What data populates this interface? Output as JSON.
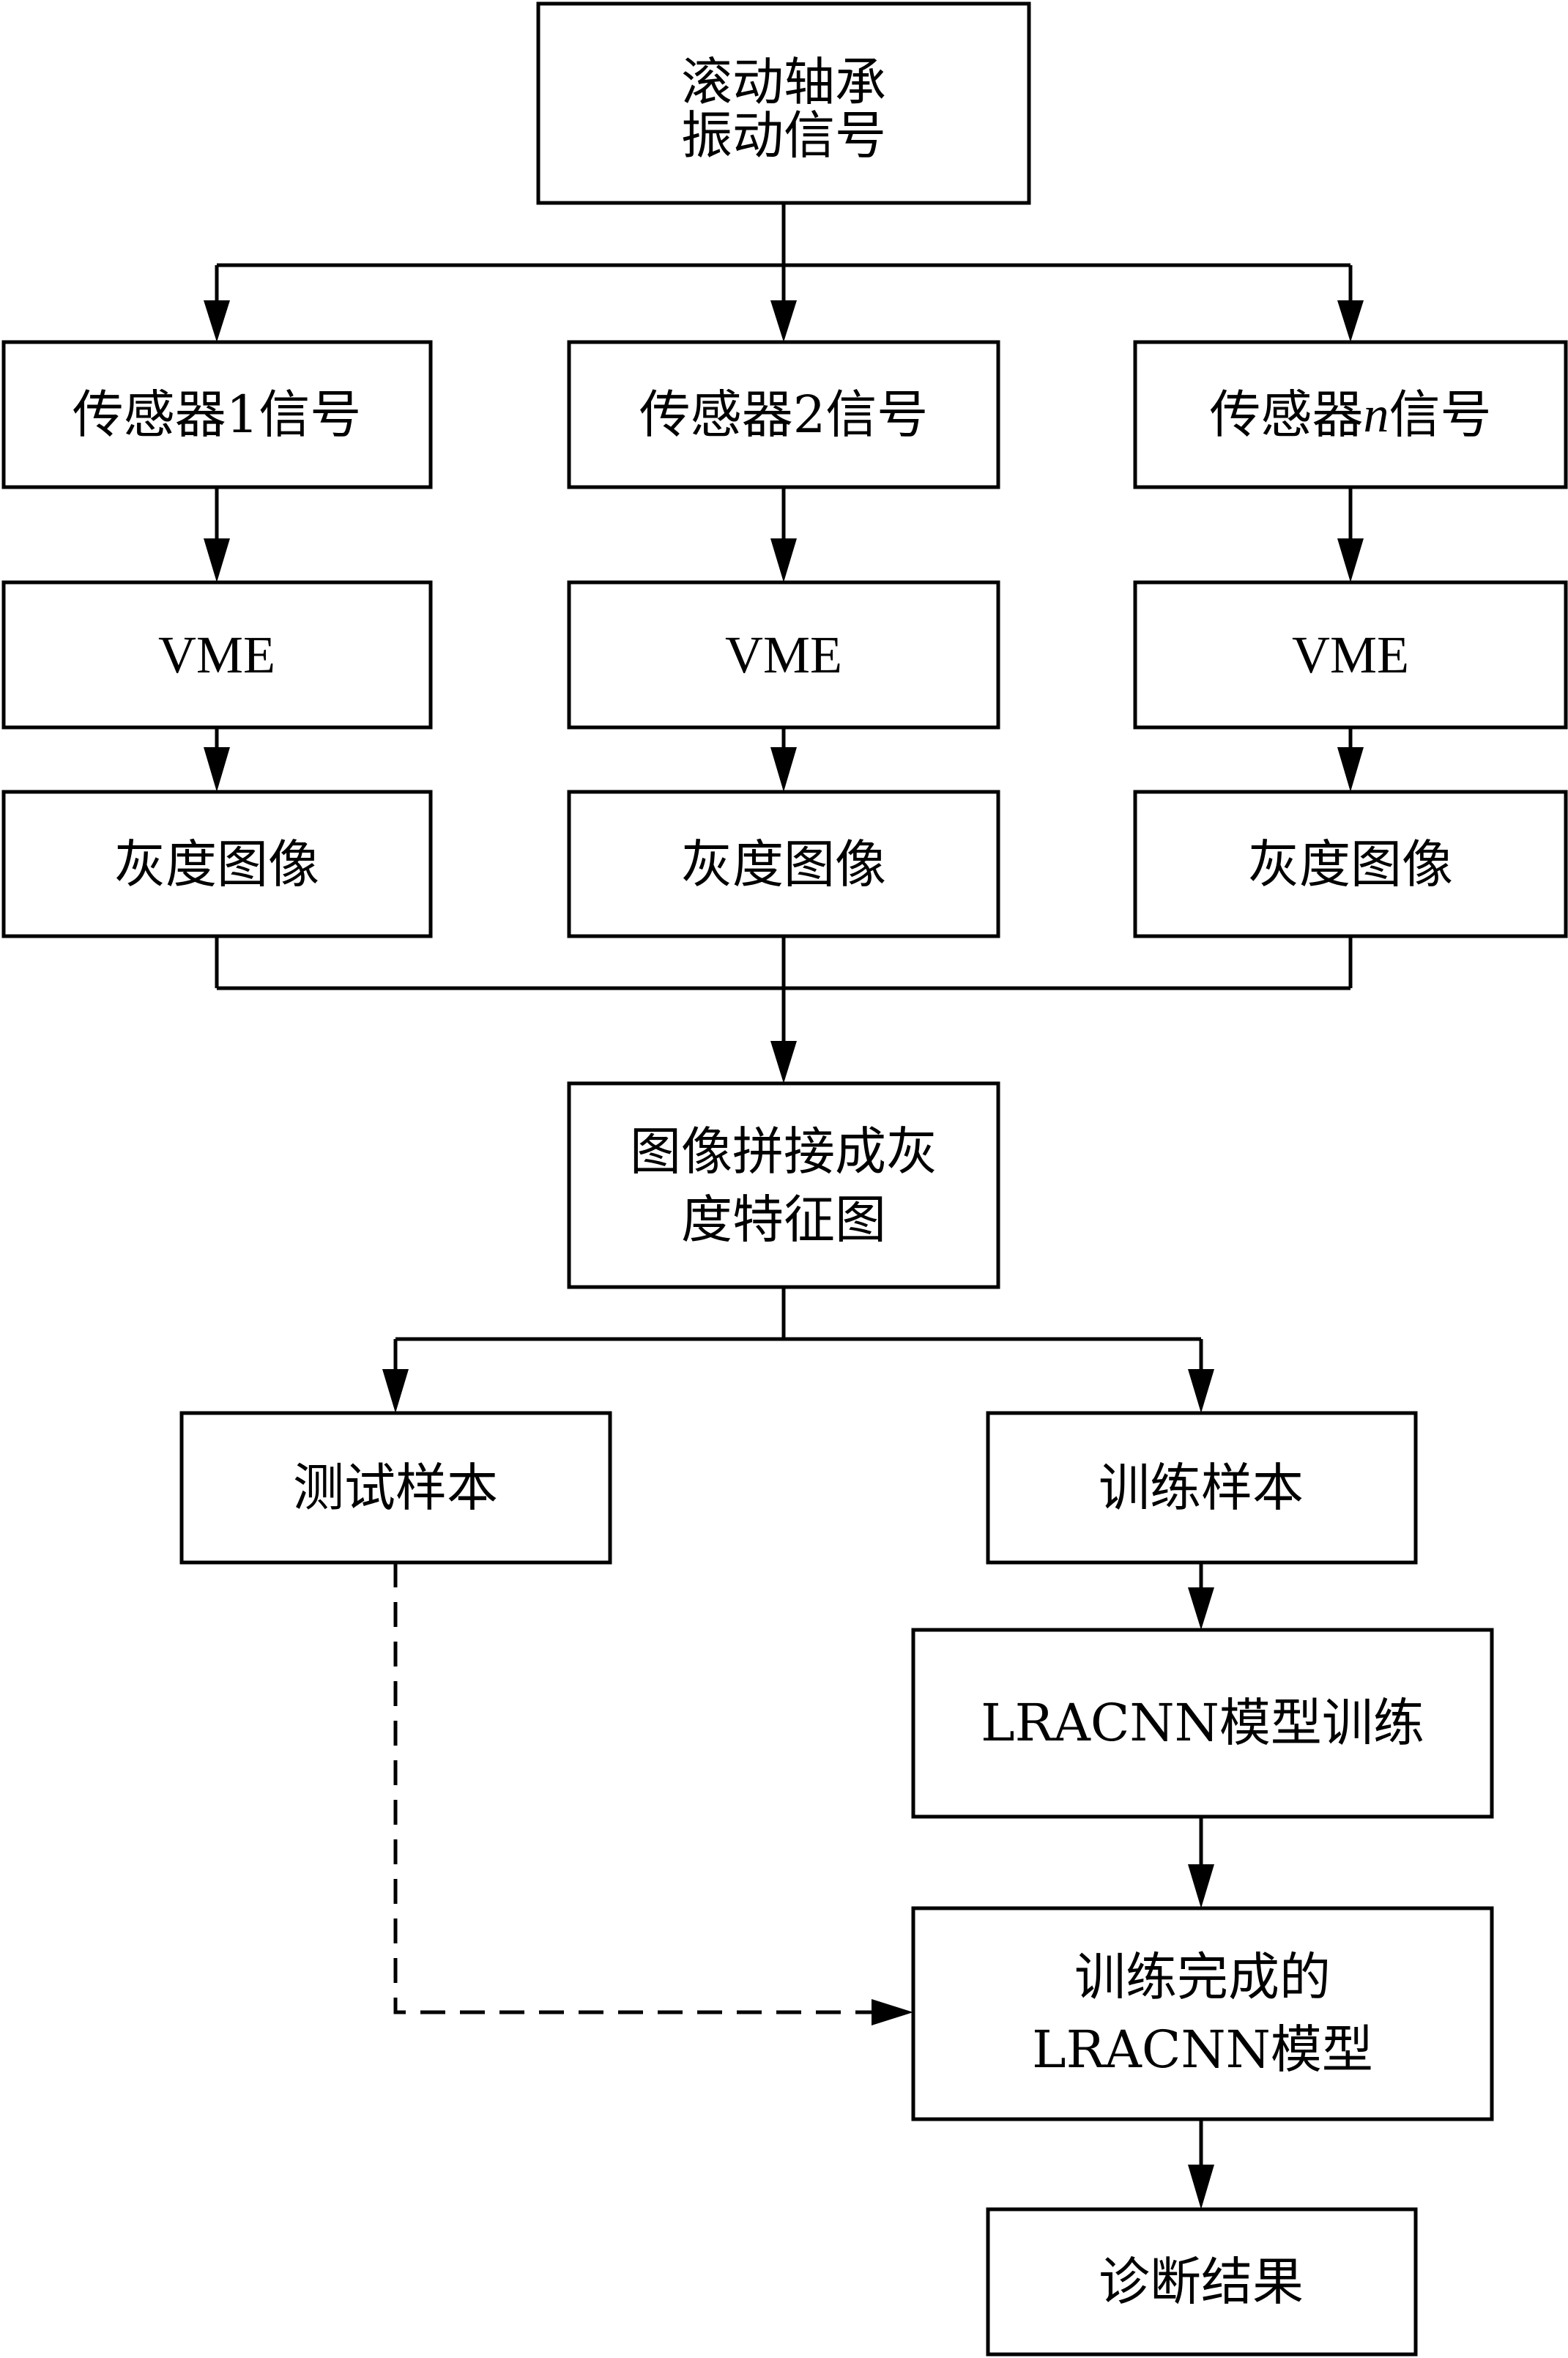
{
  "boxes": {
    "source": [
      "滚动轴承",
      "振动信号"
    ],
    "sensor1": "传感器1信号",
    "sensor2": "传感器2信号",
    "sensorN_prefix": "传感器",
    "sensorN_var": "n",
    "sensorN_suffix": "信号",
    "vme": "VME",
    "gray": "灰度图像",
    "stitch": [
      "图像拼接成灰",
      "度特征图"
    ],
    "test": "测试样本",
    "train": "训练样本",
    "model_train": "LRACNN模型训练",
    "trained_model": [
      "训练完成的",
      "LRACNN模型"
    ],
    "result": "诊断结果"
  }
}
